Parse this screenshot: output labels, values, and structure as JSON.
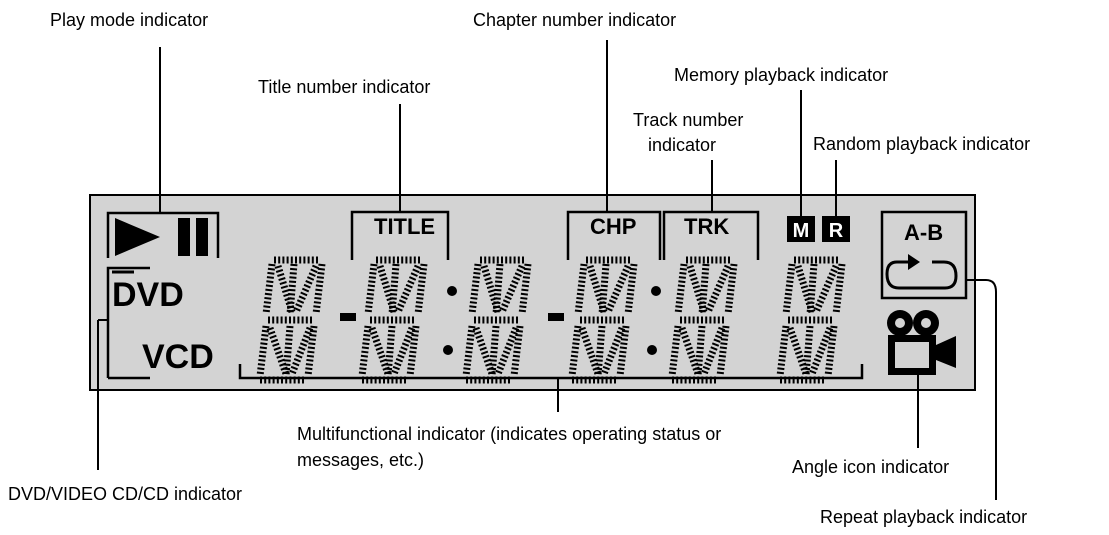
{
  "callouts": {
    "play_mode": "Play mode indicator",
    "chapter_number": "Chapter number indicator",
    "title_number": "Title number indicator",
    "memory_playback": "Memory playback indicator",
    "track_number_line1": "Track number",
    "track_number_line2": "indicator",
    "random_playback": "Random playback indicator",
    "multifunctional_line1": "Multifunctional indicator (indicates operating status or",
    "multifunctional_line2": "messages, etc.)",
    "angle_icon": "Angle icon indicator",
    "disc_type": "DVD/VIDEO CD/CD indicator",
    "repeat_playback": "Repeat playback indicator"
  },
  "display": {
    "title_label": "TITLE",
    "chapter_label": "CHP",
    "track_label": "TRK",
    "memory_badge": "M",
    "random_badge": "R",
    "ab_label": "A-B",
    "dvd_label": "DVD",
    "vcd_label": "VCD",
    "icons": {
      "play": "play-icon",
      "pause": "pause-icon",
      "repeat": "repeat-icon",
      "angle": "camera-icon"
    }
  },
  "colors": {
    "display_background": "#d3d3d3",
    "ink": "#000000"
  }
}
